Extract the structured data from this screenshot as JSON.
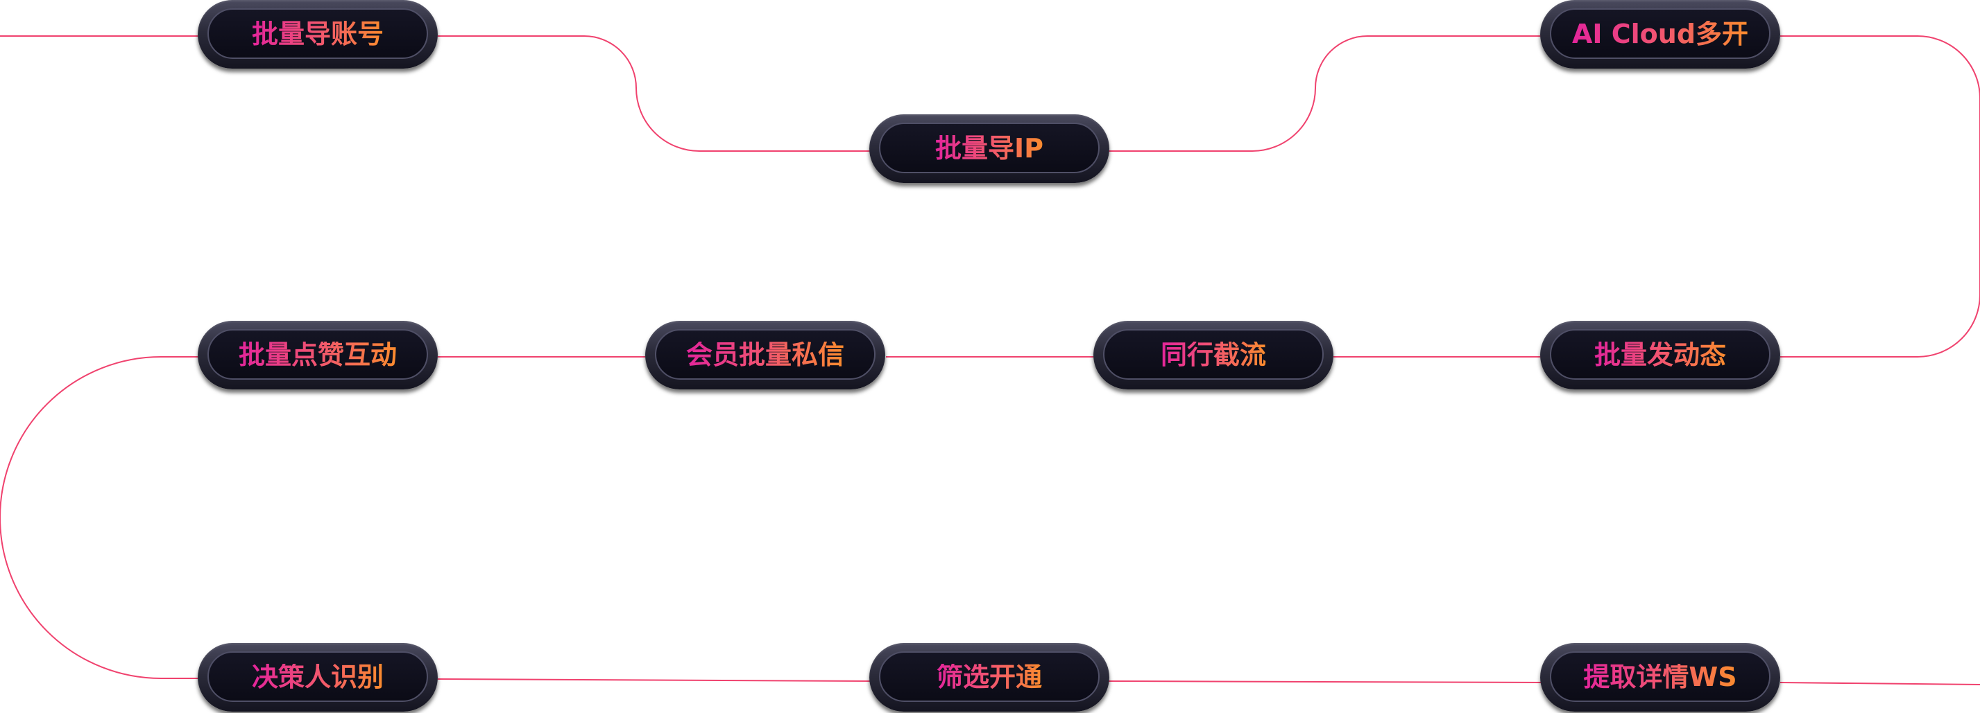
{
  "colors": {
    "line": "#f0426e",
    "label_gradient_start": "#e3259b",
    "label_gradient_end": "#fb8c2e",
    "pill_dark": "#0b0b16"
  },
  "steps": [
    {
      "id": "import-accounts",
      "label": "批量导账号"
    },
    {
      "id": "import-ip",
      "label": "批量导IP"
    },
    {
      "id": "ai-cloud-multi",
      "label": "AI Cloud多开"
    },
    {
      "id": "batch-post",
      "label": "批量发动态"
    },
    {
      "id": "peer-intercept",
      "label": "同行截流"
    },
    {
      "id": "member-dm",
      "label": "会员批量私信"
    },
    {
      "id": "batch-like",
      "label": "批量点赞互动"
    },
    {
      "id": "decision-maker",
      "label": "决策人识别"
    },
    {
      "id": "filter-open",
      "label": "筛选开通"
    },
    {
      "id": "extract-ws",
      "label": "提取详情WS"
    }
  ]
}
